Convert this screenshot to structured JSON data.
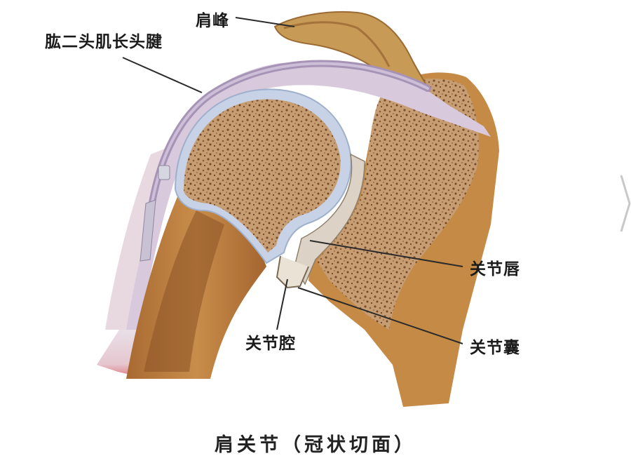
{
  "labels": {
    "acromion": "肩峰",
    "biceps_long_head_tendon": "肱二头肌长头腱",
    "glenoid_labrum": "关节唇",
    "joint_cavity": "关节腔",
    "joint_capsule": "关节囊"
  },
  "caption": "肩关节（冠状切面）",
  "colors": {
    "bone_marrow": "#c49a72",
    "bone_cortex": "#b8833f",
    "cartilage": "#c9d4e6",
    "tendon": "#bfa8c9",
    "acromion": "#c79a55"
  }
}
